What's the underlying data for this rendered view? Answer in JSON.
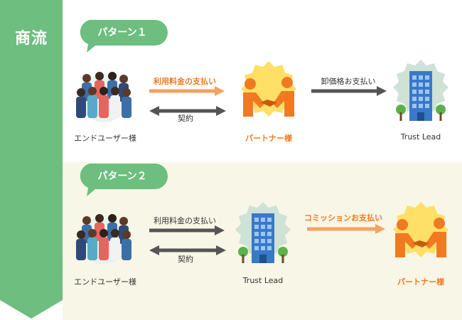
{
  "sidebar": {
    "label": "商流"
  },
  "patterns": [
    {
      "title": "パターン１",
      "end_user_caption": "エンドユーザー様",
      "partner_caption": "パートナー様",
      "trustlead_caption": "Trust Lead",
      "arrow_payment": "利用料金の支払い",
      "arrow_contract": "契約",
      "arrow_wholesale": "卸価格お支払い"
    },
    {
      "title": "パターン２",
      "end_user_caption": "エンドユーザー様",
      "trustlead_caption": "Trust Lead",
      "partner_caption": "パートナー様",
      "arrow_payment": "利用料金の支払い",
      "arrow_contract": "契約",
      "arrow_commission": "コミッションお支払い"
    }
  ],
  "colors": {
    "green": "#6dbe7f",
    "orange": "#f07a22",
    "dark_arrow": "#555555",
    "band_bg": "#f8f6e6",
    "yellow_badge": "#ffe066",
    "teal_badge": "#cfe2d6"
  },
  "icons": [
    "people-group-icon",
    "handshake-icon",
    "office-building-icon"
  ]
}
